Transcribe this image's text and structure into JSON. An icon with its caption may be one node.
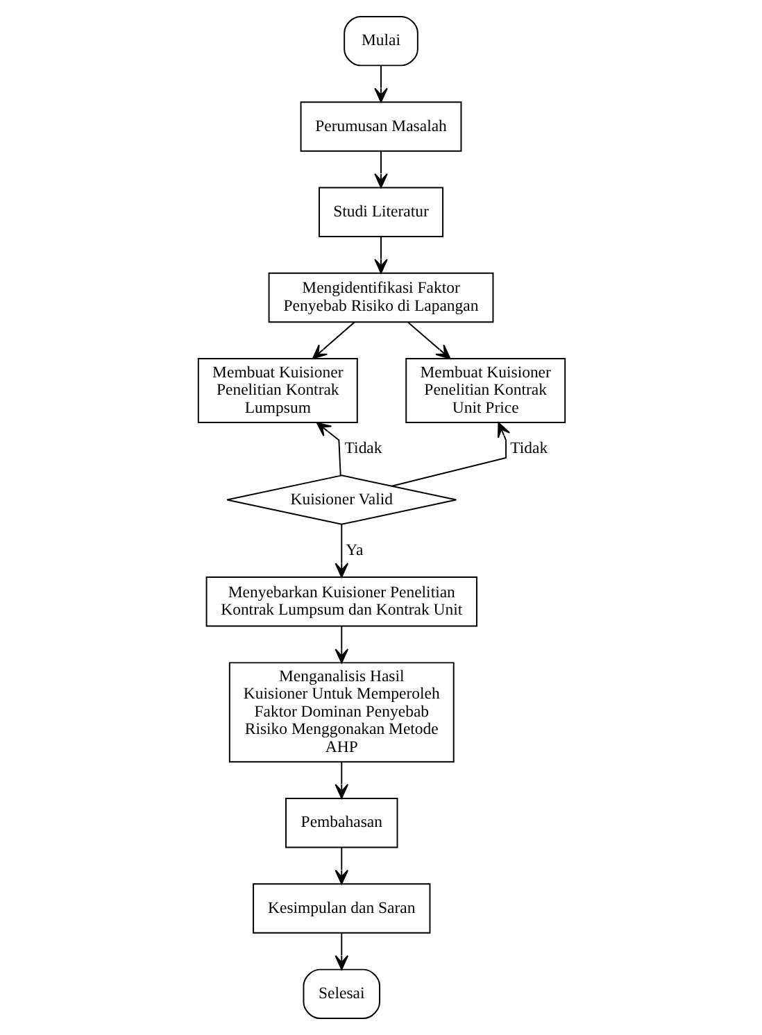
{
  "diagram": {
    "nodes": [
      {
        "text": [
          "Mulai"
        ]
      },
      {
        "text": [
          "Perumusan Masalah"
        ]
      },
      {
        "text": [
          "Studi Literatur"
        ]
      },
      {
        "text": [
          "Mengidentifikasi Faktor Penyebab Risiko di Lapangan"
        ]
      },
      {
        "text": [
          "Membuat Kuisioner Penelitian Kontrak Lumpsum"
        ]
      },
      {
        "text": [
          "Membuat Kuisioner Penelitian Kontrak Unit Price"
        ]
      },
      {
        "text": [
          "Kuisioner Valid"
        ]
      },
      {
        "text": [
          "Menyebarkan Kuisioner Penelitian Kontrak Lumpsum dan Kontrak Unit"
        ]
      },
      {
        "text": [
          "Menganalisis Hasil Kuisioner Untuk Memperoleh Faktor Dominan Penyebab Risiko Menggonakan Metode AHP"
        ]
      },
      {
        "text": [
          "Pembahasan"
        ]
      },
      {
        "text": [
          "Kesimpulan dan Saran"
        ]
      },
      {
        "text": [
          "Selesai"
        ]
      }
    ],
    "edges": [
      {
        "from": 0,
        "to": 1,
        "arrow": "to"
      },
      {
        "from": 1,
        "to": 2,
        "arrow": "to"
      },
      {
        "from": 2,
        "to": 3,
        "arrow": "to"
      },
      {
        "from": 3,
        "to": 4,
        "arrow": "to"
      },
      {
        "from": 3,
        "to": 5,
        "arrow": "to"
      },
      {
        "from": 6,
        "to": 4,
        "arrow": "to",
        "label": "Tidak"
      },
      {
        "from": 6,
        "to": 5,
        "arrow": "to",
        "label": "Tidak"
      },
      {
        "from": 6,
        "to": 7,
        "arrow": "to",
        "label": "Ya"
      },
      {
        "from": 7,
        "to": 8,
        "arrow": "to"
      },
      {
        "from": 8,
        "to": 9,
        "arrow": "to"
      },
      {
        "from": 9,
        "to": 10,
        "arrow": "to"
      },
      {
        "from": 10,
        "to": 11,
        "arrow": "to"
      }
    ]
  }
}
